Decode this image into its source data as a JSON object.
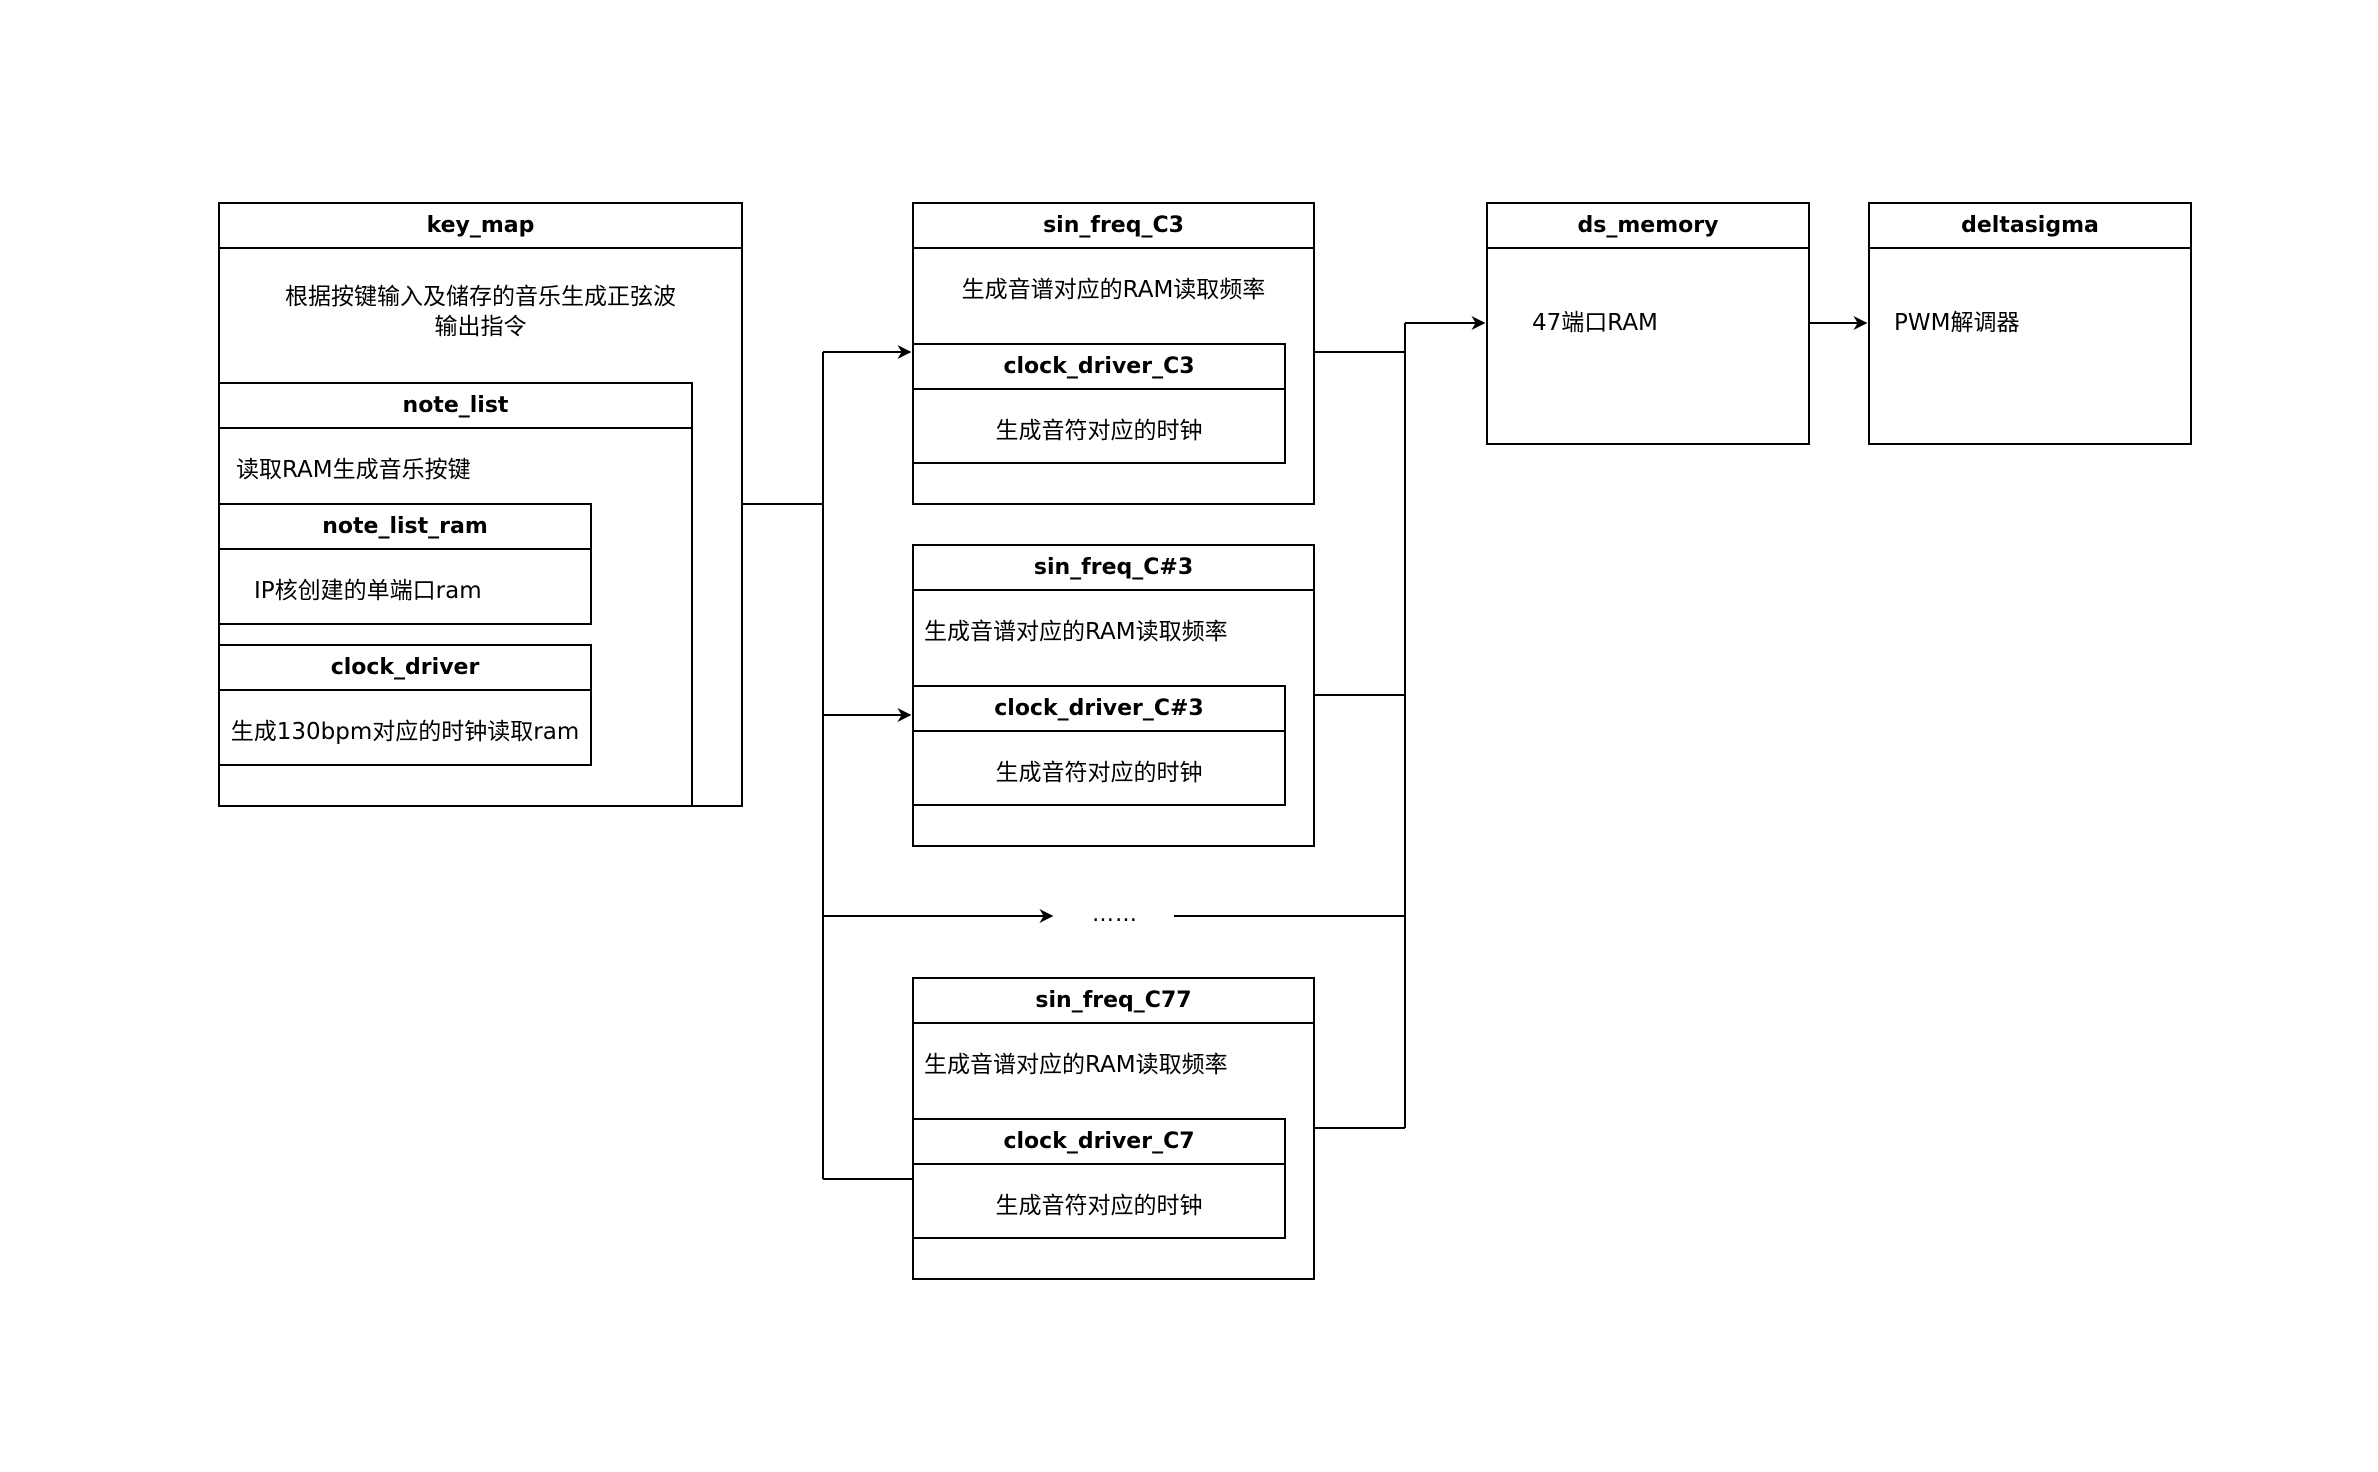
{
  "key_map": {
    "title": "key_map",
    "desc_line1": "根据按键输入及储存的音乐生成正弦波",
    "desc_line2": "输出指令"
  },
  "note_list": {
    "title": "note_list",
    "desc": "读取RAM生成音乐按键"
  },
  "note_list_ram": {
    "title": "note_list_ram",
    "desc": "IP核创建的单端口ram"
  },
  "clock_driver": {
    "title": "clock_driver",
    "desc": "生成130bpm对应的时钟读取ram"
  },
  "sin_freq_c3": {
    "title": "sin_freq_C3",
    "desc": "生成音谱对应的RAM读取频率",
    "clock_title": "clock_driver_C3",
    "clock_desc": "生成音符对应的时钟"
  },
  "sin_freq_c_sharp3": {
    "title": "sin_freq_C#3",
    "desc": "生成音谱对应的RAM读取频率",
    "clock_title": "clock_driver_C#3",
    "clock_desc": "生成音符对应的时钟"
  },
  "ellipsis": "……",
  "sin_freq_c77": {
    "title": "sin_freq_C77",
    "desc": "生成音谱对应的RAM读取频率",
    "clock_title": "clock_driver_C7",
    "clock_desc": "生成音符对应的时钟"
  },
  "ds_memory": {
    "title": "ds_memory",
    "desc": "47端口RAM"
  },
  "deltasigma": {
    "title": "deltasigma",
    "desc": "PWM解调器"
  }
}
